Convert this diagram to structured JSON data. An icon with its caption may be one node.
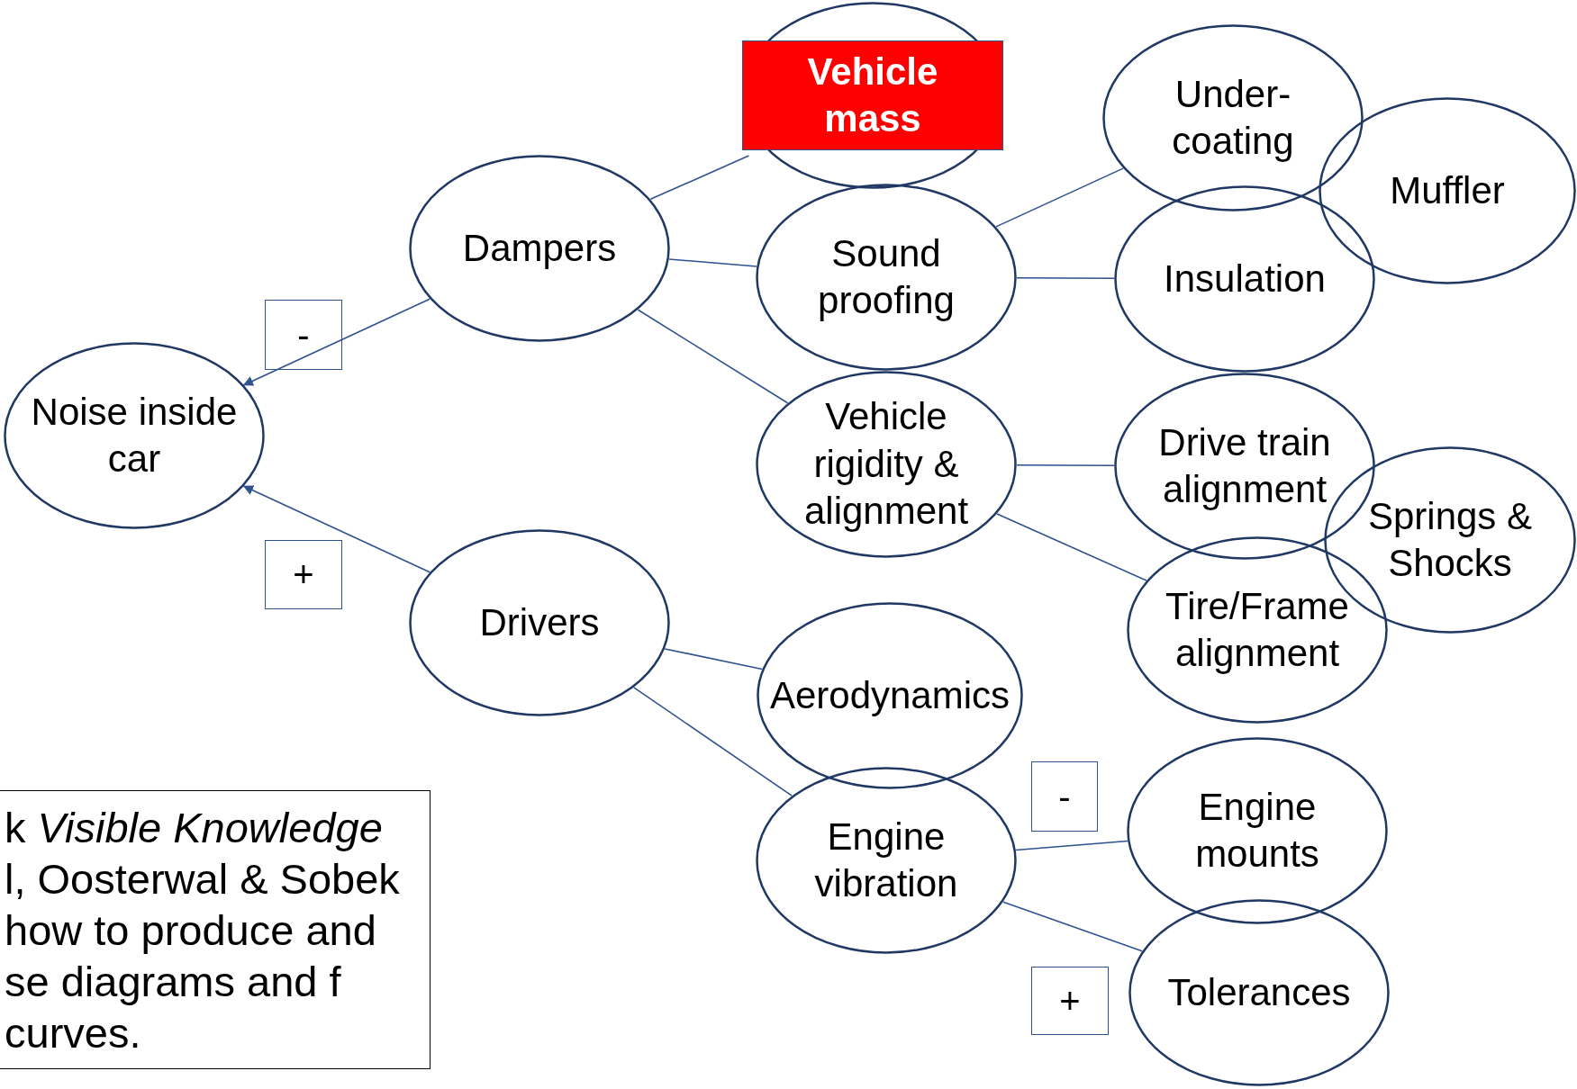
{
  "diagram": {
    "nodes": [
      {
        "text": [
          "Noise inside car"
        ]
      },
      {
        "text": [
          "Dampers"
        ]
      },
      {
        "text": [
          "Drivers"
        ]
      },
      {
        "text": [],
        "shape": "circle"
      },
      {
        "text": [
          "Vehicle mass"
        ],
        "in": 3
      },
      {
        "text": [
          "Sound proofing"
        ]
      },
      {
        "text": [
          "Vehicle rigidity & alignment"
        ]
      },
      {
        "text": [
          "Aerodynamics"
        ]
      },
      {
        "text": [
          "Engine vibration"
        ]
      },
      {
        "text": [
          "Under-coating"
        ]
      },
      {
        "text": [
          "Muffler"
        ]
      },
      {
        "text": [
          "Insulation"
        ]
      },
      {
        "text": [
          "Drive train alignment"
        ]
      },
      {
        "text": [
          "Springs & Shocks"
        ]
      },
      {
        "text": [
          "Tire/Frame alignment"
        ]
      },
      {
        "text": [
          "Engine mounts"
        ]
      },
      {
        "text": [
          "Tolerances"
        ]
      }
    ],
    "edges": [
      {
        "from": 1,
        "to": 0,
        "arrow": "to"
      },
      {
        "from": 2,
        "to": 0,
        "arrow": "to"
      },
      {
        "from": 1,
        "to": 4,
        "arrow": "none"
      },
      {
        "from": 1,
        "to": 5,
        "arrow": "none"
      },
      {
        "from": 1,
        "to": 6,
        "arrow": "none"
      },
      {
        "from": 2,
        "to": 7,
        "arrow": "none"
      },
      {
        "from": 2,
        "to": 8,
        "arrow": "none"
      },
      {
        "from": 5,
        "to": 9,
        "arrow": "none"
      },
      {
        "from": 5,
        "to": 11,
        "arrow": "none"
      },
      {
        "from": 6,
        "to": 12,
        "arrow": "none"
      },
      {
        "from": 6,
        "to": 14,
        "arrow": "none"
      },
      {
        "from": 8,
        "to": 15,
        "arrow": "none"
      },
      {
        "from": 8,
        "to": 16,
        "arrow": "none"
      }
    ],
    "labels": [
      "-",
      "+",
      "-",
      "+",
      "k *Visible Knowledge* l, Oosterwal & Sobek how to produce and se diagrams and f curves."
    ]
  }
}
